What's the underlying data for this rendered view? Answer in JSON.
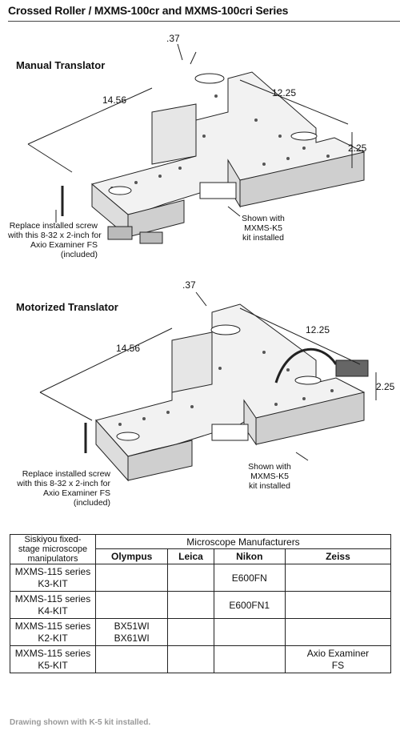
{
  "title": "Crossed Roller / MXMS-100cr and MXMS-100cri Series",
  "manual": {
    "heading": "Manual Translator",
    "dim_top": ".37",
    "dim_left": "14.56",
    "dim_right": "12.25",
    "dim_height": "2.25",
    "note_screw": [
      "Replace installed screw",
      "with this 8-32 x 2-inch for",
      "Axio Examiner FS",
      "(included)"
    ],
    "note_kit": [
      "Shown with",
      "MXMS-K5",
      "kit installed"
    ]
  },
  "motorized": {
    "heading": "Motorized Translator",
    "dim_top": ".37",
    "dim_left": "14.56",
    "dim_right": "12.25",
    "dim_height": "2.25",
    "note_screw": [
      "Replace installed screw",
      "with this 8-32 x 2-inch for",
      "Axio Examiner FS",
      "(included)"
    ],
    "note_kit": [
      "Shown with",
      "MXMS-K5",
      "kit installed"
    ]
  },
  "table": {
    "corner": [
      "Siskiyou fixed-",
      "stage microscope",
      "manipulators"
    ],
    "group_header": "Microscope Manufacturers",
    "columns": [
      "Olympus",
      "Leica",
      "Nikon",
      "Zeiss"
    ],
    "rows": [
      {
        "name": [
          "MXMS-115 series",
          "K3-KIT"
        ],
        "cells": [
          "",
          "",
          "E600FN",
          ""
        ]
      },
      {
        "name": [
          "MXMS-115 series",
          "K4-KIT"
        ],
        "cells": [
          "",
          "",
          "E600FN1",
          ""
        ]
      },
      {
        "name": [
          "MXMS-115 series",
          "K2-KIT"
        ],
        "cells": [
          "BX51WI\nBX61WI",
          "",
          "",
          ""
        ]
      },
      {
        "name": [
          "MXMS-115 series",
          "K5-KIT"
        ],
        "cells": [
          "",
          "",
          "",
          "Axio Examiner\nFS"
        ]
      }
    ]
  },
  "footer": "Drawing shown with K-5 kit installed."
}
